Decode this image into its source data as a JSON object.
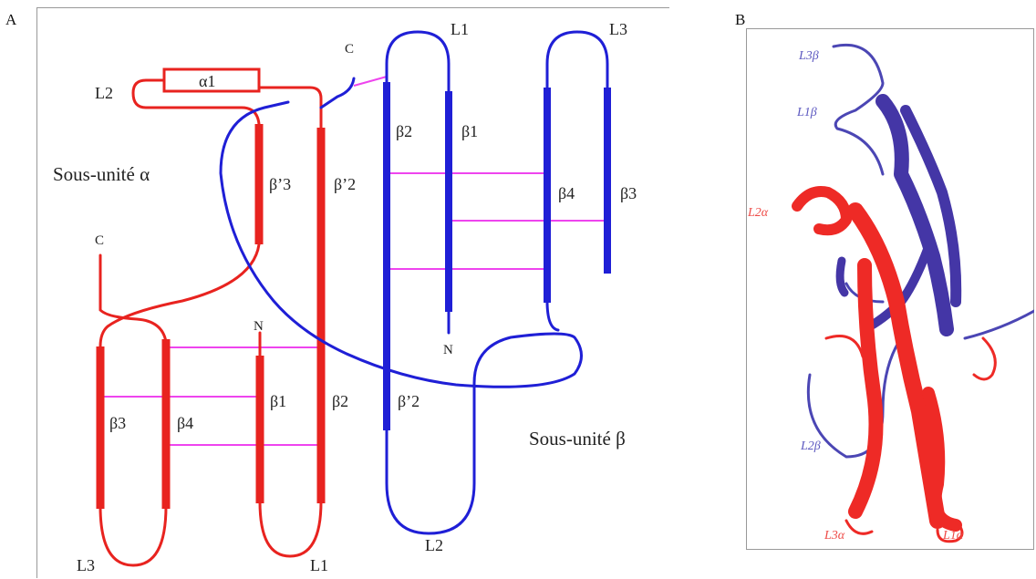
{
  "panels": {
    "a": "A",
    "b": "B"
  },
  "colors": {
    "alpha": "#e8231f",
    "beta": "#1f1fd6",
    "link": "#ee44ee",
    "ribbon_alpha": "#ee2a26",
    "ribbon_beta": "#4436a6"
  },
  "alpha": {
    "title": "Sous-unité α",
    "helix": "α1",
    "loops": {
      "l2": "L2",
      "l3": "L3",
      "l1": "L1"
    },
    "strands": {
      "b3p": "β’3",
      "b2p": "β’2",
      "b3": "β3",
      "b4": "β4",
      "b1": "β1",
      "b2": "β2"
    },
    "c": "C",
    "n": "N"
  },
  "beta": {
    "title": "Sous-unité β",
    "loops": {
      "l1": "L1",
      "l3": "L3",
      "l2": "L2"
    },
    "strands": {
      "b2": "β2",
      "b1": "β1",
      "b4": "β4",
      "b3": "β3",
      "b2p": "β’2"
    },
    "c": "C",
    "n": "N"
  },
  "structure": {
    "labels": {
      "l3b": "L3β",
      "l1b": "L1β",
      "l2a": "L2α",
      "l2b": "L2β",
      "l3a": "L3α",
      "l1a": "L1α"
    }
  }
}
